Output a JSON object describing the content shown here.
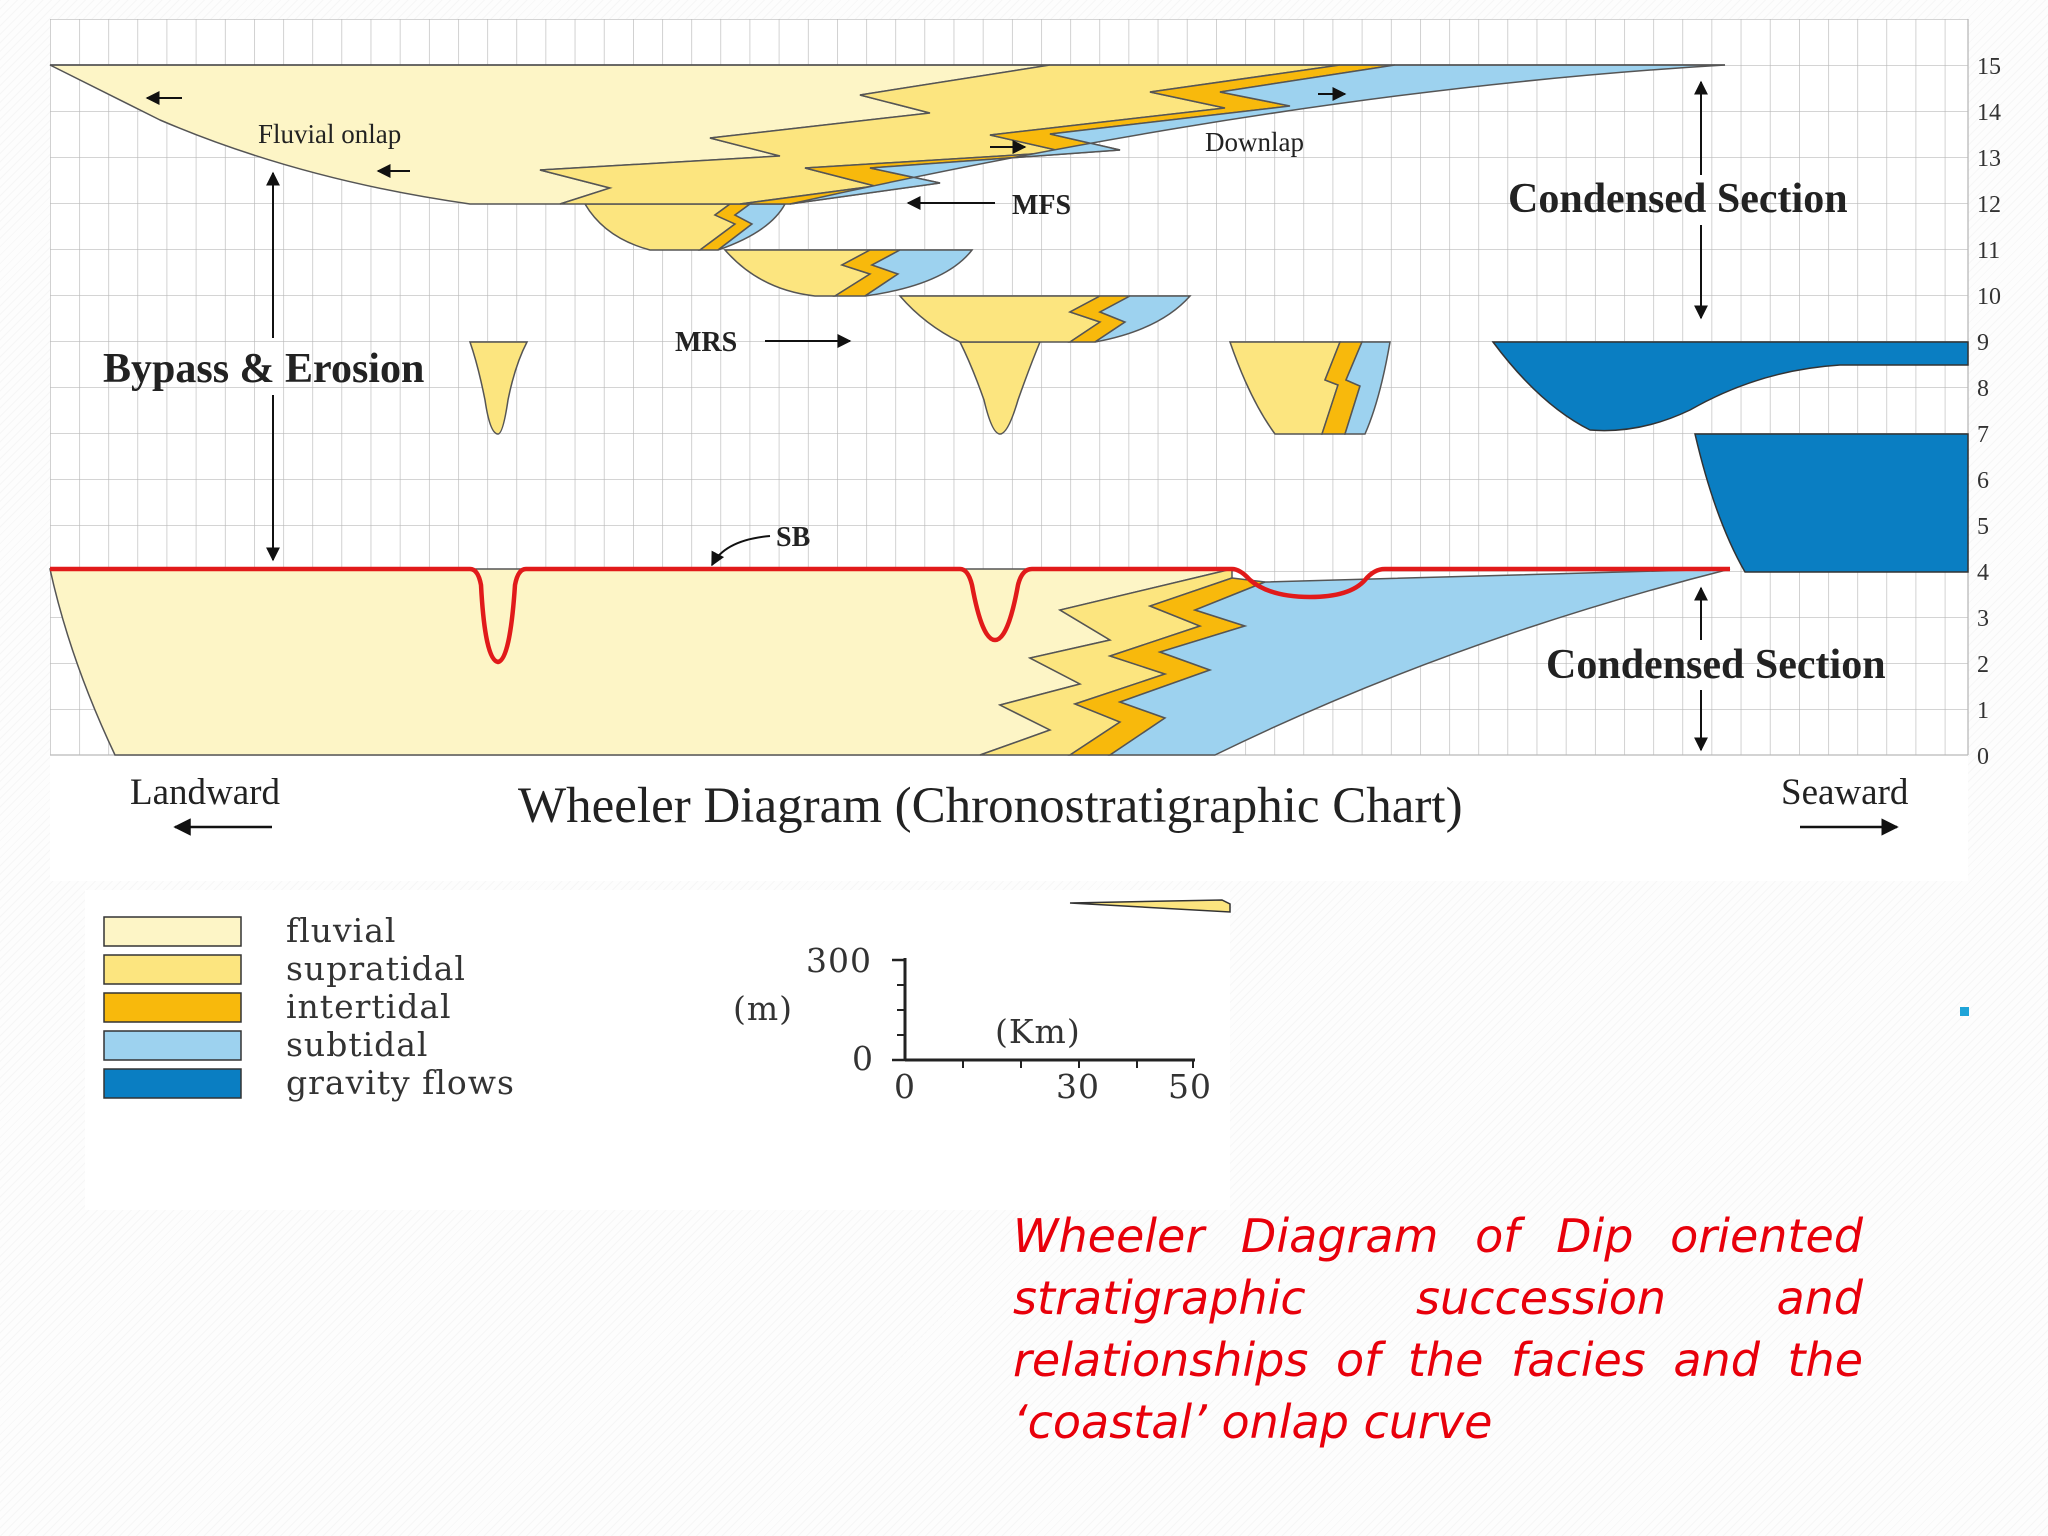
{
  "diagram": {
    "title": "Wheeler Diagram (Chronostratigraphic Chart)",
    "direction_left": "Landward",
    "direction_right": "Seaward",
    "y_ticks": [
      "0",
      "1",
      "2",
      "3",
      "4",
      "5",
      "6",
      "7",
      "8",
      "9",
      "10",
      "11",
      "12",
      "13",
      "14",
      "15"
    ],
    "labels": {
      "fluvial_onlap": "Fluvial onlap",
      "downlap": "Downlap",
      "mfs": "MFS",
      "mrs": "MRS",
      "sb": "SB",
      "bypass_erosion": "Bypass & Erosion",
      "condensed_upper": "Condensed Section",
      "condensed_lower": "Condensed Section"
    }
  },
  "legend": [
    {
      "label": "fluvial",
      "color": "#fdf5c6"
    },
    {
      "label": "supratidal",
      "color": "#fce57f"
    },
    {
      "label": "intertidal",
      "color": "#f8b90c"
    },
    {
      "label": "subtidal",
      "color": "#9dd2ef"
    },
    {
      "label": "gravity flows",
      "color": "#0a7ec2"
    }
  ],
  "scale_bar": {
    "vertical_top": "300",
    "vertical_bottom": "0",
    "vertical_unit": "(m)",
    "horizontal_unit": "(Km)",
    "horizontal_ticks": [
      "0",
      "30",
      "50"
    ]
  },
  "caption": "Wheeler Diagram of Dip oriented stratigraphic succession and relationships of the facies and the ‘coastal’ onlap curve"
}
